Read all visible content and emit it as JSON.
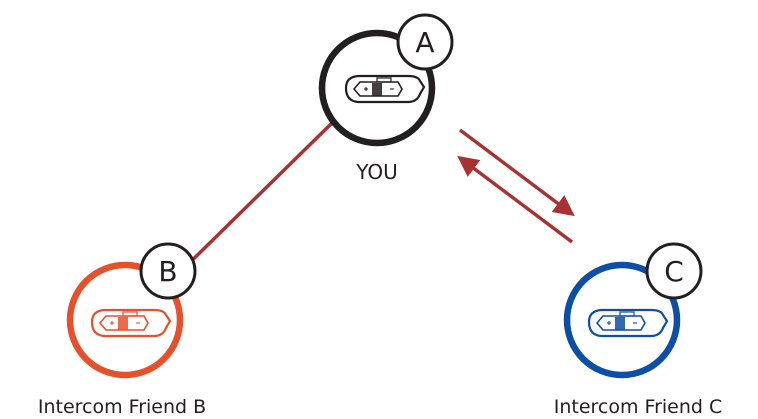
{
  "nodes": {
    "a": {
      "badge": "A",
      "caption": "YOU",
      "ring_color": "#231f20"
    },
    "b": {
      "badge": "B",
      "caption": "Intercom Friend B",
      "ring_color": "#e5512a"
    },
    "c": {
      "badge": "C",
      "caption": "Intercom Friend C",
      "ring_color": "#0d4ea6"
    }
  },
  "connections": {
    "a_b": {
      "style": "solid line",
      "color": "#a83232"
    },
    "a_c": {
      "style": "bidirectional arrows",
      "color": "#a83232"
    }
  },
  "icons": {
    "device": "intercom-headset-device-icon"
  }
}
